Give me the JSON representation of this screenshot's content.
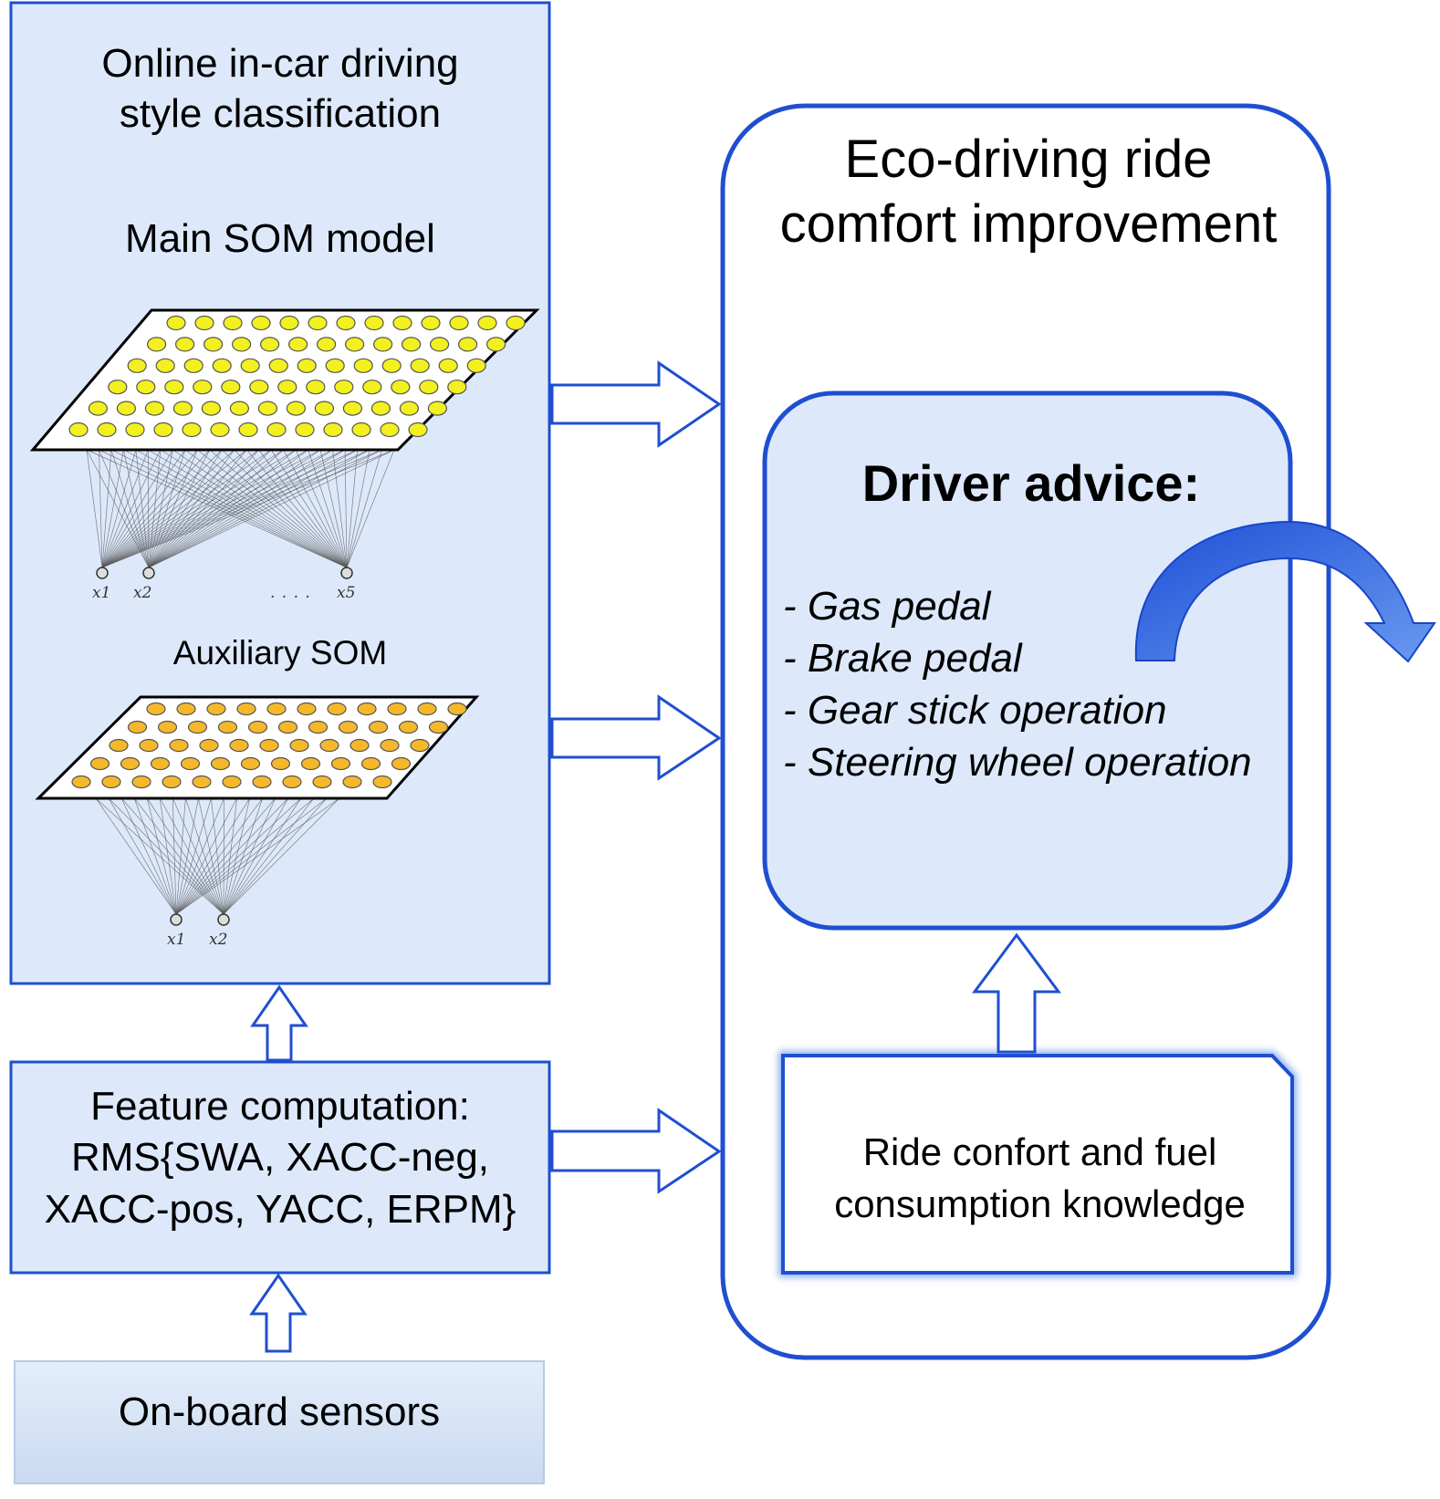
{
  "left_panel": {
    "title_line1": "Online in-car driving",
    "title_line2": "style classification",
    "main_som_label": "Main SOM model",
    "main_som_inputs": [
      "x1",
      "x2",
      "x5"
    ],
    "main_som_ellipsis": ". . . .",
    "aux_som_label": "Auxiliary SOM",
    "aux_som_inputs": [
      "x1",
      "x2"
    ]
  },
  "feature_box": {
    "line1": "Feature computation:",
    "line2": "RMS{SWA, XACC-neg,",
    "line3": "XACC-pos, YACC, ERPM}"
  },
  "sensors_box": {
    "label": "On-board sensors"
  },
  "eco_box": {
    "title_line1": "Eco-driving ride",
    "title_line2": "comfort improvement"
  },
  "advice_box": {
    "title": "Driver advice:",
    "items": [
      "- Gas pedal",
      "- Brake pedal",
      "- Gear stick operation",
      "- Steering wheel operation"
    ]
  },
  "knowledge_box": {
    "line1": "Ride confort and fuel",
    "line2": "consumption knowledge"
  },
  "colors": {
    "border_blue": "#1f4fd0",
    "panel_fill": "#dde9fb",
    "main_node_fill": "#f2f01e",
    "aux_node_fill": "#f5b82a",
    "curved_arrow": "#2f62de"
  }
}
